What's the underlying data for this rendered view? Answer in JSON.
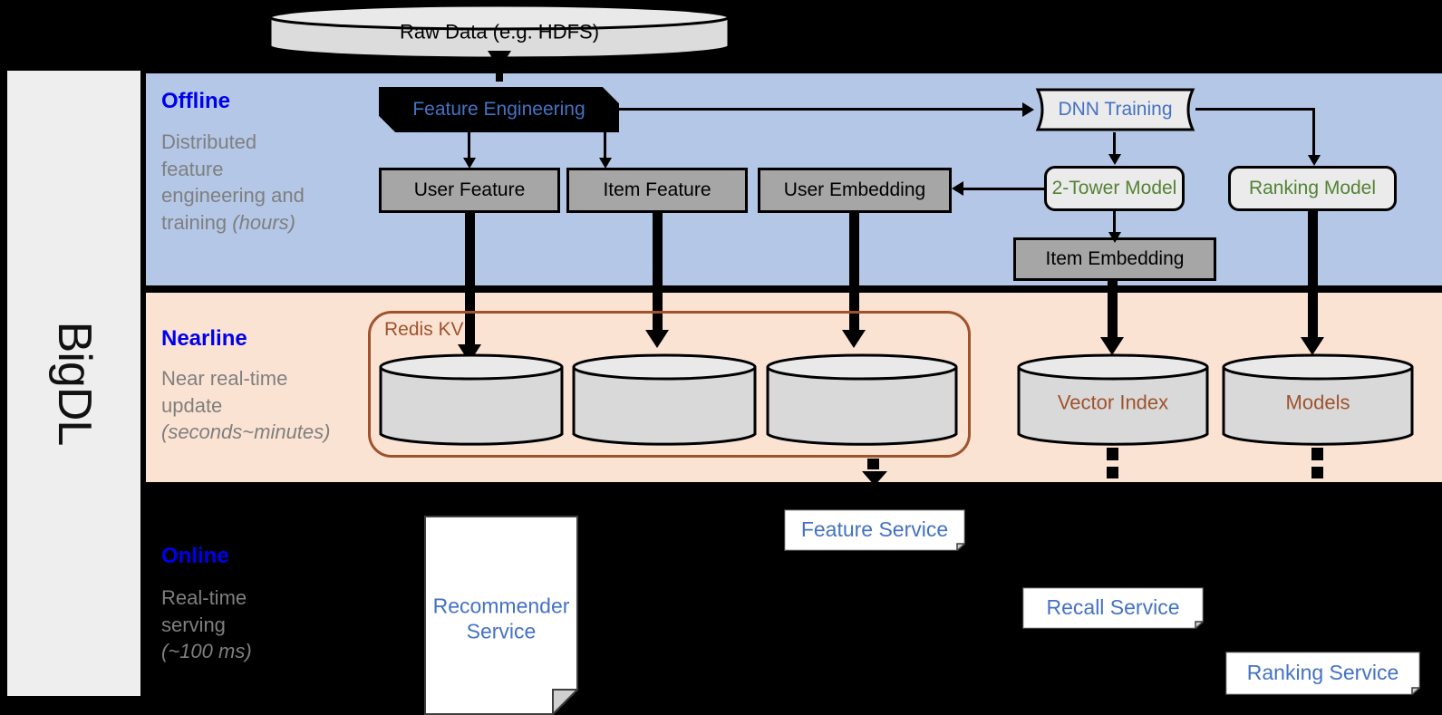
{
  "framework": {
    "name": "BigDL"
  },
  "source": {
    "label": "Raw Data (e.g. HDFS)"
  },
  "stages": [
    {
      "id": "offline",
      "title": "Offline",
      "description_line1": "Distributed",
      "description_line2": "feature",
      "description_line3": "engineering and",
      "description_line4": "training ",
      "description_emphasis": "(hours)",
      "background_color": "#b4c7e7"
    },
    {
      "id": "nearline",
      "title": "Nearline",
      "description_line1": "Near real-time",
      "description_line2": "update",
      "description_emphasis": "(seconds~minutes)",
      "background_color": "#fbe3d3"
    },
    {
      "id": "online",
      "title": "Online",
      "description_line1": "Real-time",
      "description_line2": "serving",
      "description_emphasis": "(~100 ms)",
      "background_color": "#000000"
    }
  ],
  "offline_nodes": {
    "feature_engineering": {
      "label": "Feature Engineering",
      "text_color": "#4472c4"
    },
    "dnn_training": {
      "label": "DNN Training",
      "text_color": "#4472c4"
    },
    "user_feature": {
      "label": "User Feature",
      "text_color": "#000000"
    },
    "item_feature": {
      "label": "Item Feature",
      "text_color": "#000000"
    },
    "user_embedding": {
      "label": "User Embedding",
      "text_color": "#000000"
    },
    "two_tower_model": {
      "label": "2-Tower Model",
      "text_color": "#548235"
    },
    "ranking_model": {
      "label": "Ranking Model",
      "text_color": "#548235"
    },
    "item_embedding": {
      "label": "Item Embedding",
      "text_color": "#000000"
    }
  },
  "nearline_nodes": {
    "redis_kv": {
      "label": "Redis KV",
      "text_color": "#a0522d"
    },
    "store_user_feature": {
      "label": ""
    },
    "store_item_feature": {
      "label": ""
    },
    "store_user_embedding": {
      "label": ""
    },
    "vector_index": {
      "label": "Vector Index",
      "text_color": "#a0522d"
    },
    "models": {
      "label": "Models",
      "text_color": "#a0522d"
    }
  },
  "online_nodes": {
    "recommender_service": {
      "label_line1": "Recommender",
      "label_line2": "Service",
      "text_color": "#4472c4"
    },
    "feature_service": {
      "label": "Feature Service",
      "text_color": "#4472c4"
    },
    "recall_service": {
      "label": "Recall Service",
      "text_color": "#4472c4"
    },
    "ranking_service": {
      "label": "Ranking Service",
      "text_color": "#4472c4"
    }
  },
  "palette": {
    "offline_band": "#b4c7e7",
    "nearline_band": "#fbe3d3",
    "online_band": "#000000",
    "stage_title": "#0000ee",
    "stage_desc": "#7f7f7f",
    "gray_node": "#a6a6a6",
    "light_node": "#ebebeb",
    "blue_text": "#4472c4",
    "green_text": "#548235",
    "brown_text": "#a0522d",
    "rail_bg": "#eeeeee"
  }
}
